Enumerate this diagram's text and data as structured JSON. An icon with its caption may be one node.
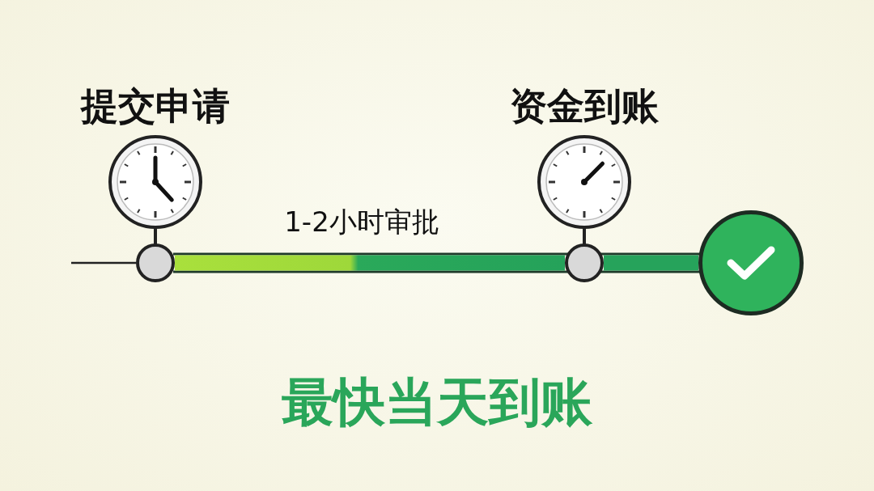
{
  "diagram": {
    "nodes": [
      {
        "text": [],
        "shape": "circle",
        "beside": [
          "提交申请"
        ]
      },
      {
        "text": [],
        "shape": "circle",
        "beside": [
          "资金到账"
        ]
      },
      {
        "text": [],
        "shape": "circle"
      }
    ],
    "edges": [
      {
        "from": 0,
        "to": 1,
        "arrow": "none",
        "label": "1-2小时审批"
      },
      {
        "from": 1,
        "to": 2,
        "arrow": "none"
      }
    ],
    "labels": [
      "最快当天到账"
    ]
  }
}
